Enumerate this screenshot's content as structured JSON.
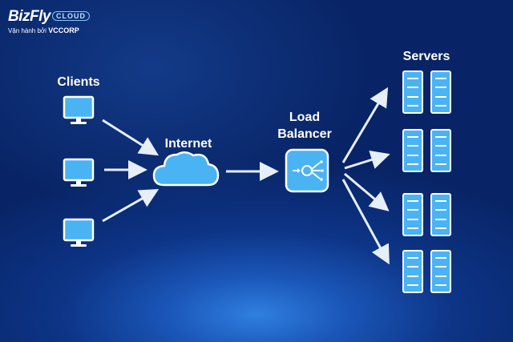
{
  "brand": {
    "name": "BizFly",
    "cloud_tag": "CLOUD",
    "operated_by": "Vận hành bởi",
    "operator": "VCCORP"
  },
  "diagram": {
    "clients_label": "Clients",
    "internet_label": "Internet",
    "load_balancer_label_line1": "Load",
    "load_balancer_label_line2": "Balancer",
    "servers_label": "Servers",
    "client_icon": "monitor-icon",
    "internet_icon": "cloud-icon",
    "load_balancer_icon": "load-balancer-icon",
    "server_icon": "server-rack-icon",
    "colors": {
      "icon_fill": "#4ab3f4",
      "icon_stroke": "#ffffff",
      "arrow": "#e6eef8",
      "background": "#0d3486"
    }
  }
}
